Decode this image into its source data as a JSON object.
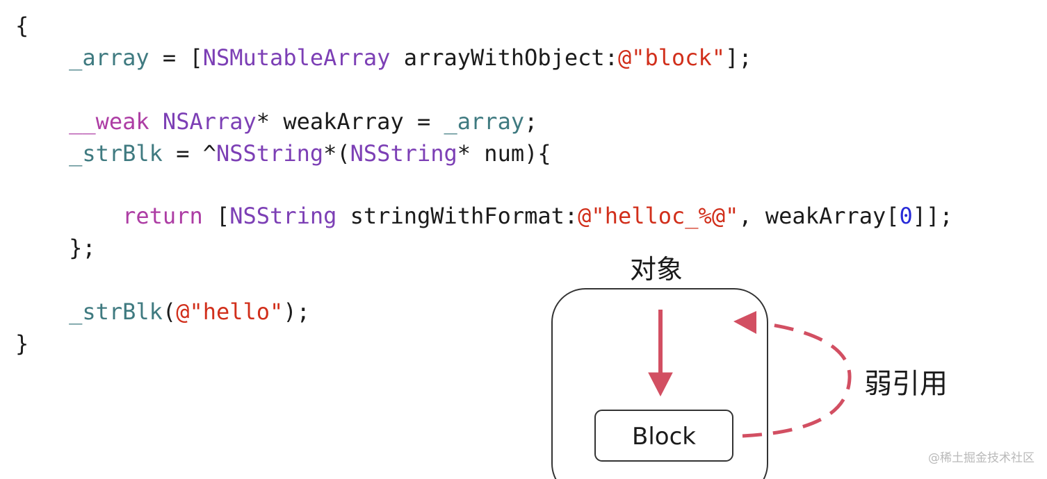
{
  "code": {
    "lines": [
      [
        {
          "t": "{",
          "c": "plain"
        }
      ],
      [
        {
          "t": "    _array",
          "c": "ivar"
        },
        {
          "t": " = [",
          "c": "plain"
        },
        {
          "t": "NSMutableArray",
          "c": "cls"
        },
        {
          "t": " arrayWithObject:",
          "c": "plain"
        },
        {
          "t": "@\"block\"",
          "c": "str"
        },
        {
          "t": "];",
          "c": "plain"
        }
      ],
      [],
      [
        {
          "t": "    __weak",
          "c": "kw"
        },
        {
          "t": " ",
          "c": "plain"
        },
        {
          "t": "NSArray",
          "c": "cls"
        },
        {
          "t": "* weakArray = ",
          "c": "plain"
        },
        {
          "t": "_array",
          "c": "ivar"
        },
        {
          "t": ";",
          "c": "plain"
        }
      ],
      [
        {
          "t": "    _strBlk",
          "c": "ivar"
        },
        {
          "t": " = ^",
          "c": "plain"
        },
        {
          "t": "NSString",
          "c": "cls"
        },
        {
          "t": "*(",
          "c": "plain"
        },
        {
          "t": "NSString",
          "c": "cls"
        },
        {
          "t": "* num){",
          "c": "plain"
        }
      ],
      [],
      [
        {
          "t": "        return",
          "c": "kw"
        },
        {
          "t": " [",
          "c": "plain"
        },
        {
          "t": "NSString",
          "c": "cls"
        },
        {
          "t": " stringWithFormat:",
          "c": "plain"
        },
        {
          "t": "@\"helloc_%@\"",
          "c": "str"
        },
        {
          "t": ", weakArray[",
          "c": "plain"
        },
        {
          "t": "0",
          "c": "num"
        },
        {
          "t": "]];",
          "c": "plain"
        }
      ],
      [
        {
          "t": "    };",
          "c": "plain"
        }
      ],
      [],
      [
        {
          "t": "    _strBlk",
          "c": "ivar"
        },
        {
          "t": "(",
          "c": "plain"
        },
        {
          "t": "@\"hello\"",
          "c": "str"
        },
        {
          "t": ");",
          "c": "plain"
        }
      ],
      [
        {
          "t": "}",
          "c": "plain"
        }
      ]
    ]
  },
  "diagram": {
    "object_label": "对象",
    "block_label": "Block",
    "weak_ref_label": "弱引用",
    "arrow_color": "#d24f62"
  },
  "watermark": "@稀土掘金技术社区"
}
